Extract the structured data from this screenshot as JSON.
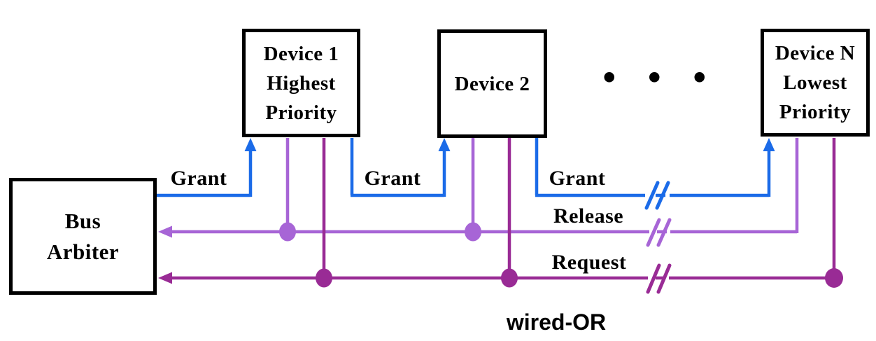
{
  "diagram": {
    "caption": "wired-OR",
    "ellipsis": "•••"
  },
  "boxes": {
    "bus_arbiter": {
      "lines": [
        "Bus",
        "Arbiter"
      ]
    },
    "device_1": {
      "lines": [
        "Device 1",
        "Highest",
        "Priority"
      ]
    },
    "device_2": {
      "lines": [
        "Device 2"
      ]
    },
    "device_n": {
      "lines": [
        "Device N",
        "Lowest",
        "Priority"
      ]
    }
  },
  "signals": {
    "grant_label_1": "Grant",
    "grant_label_2": "Grant",
    "grant_label_3": "Grant",
    "release_label": "Release",
    "request_label": "Request"
  },
  "colors": {
    "grant": "#1b6be8",
    "release": "#a765d6",
    "request": "#992b95",
    "ink": "#000000",
    "bg": "#ffffff"
  }
}
